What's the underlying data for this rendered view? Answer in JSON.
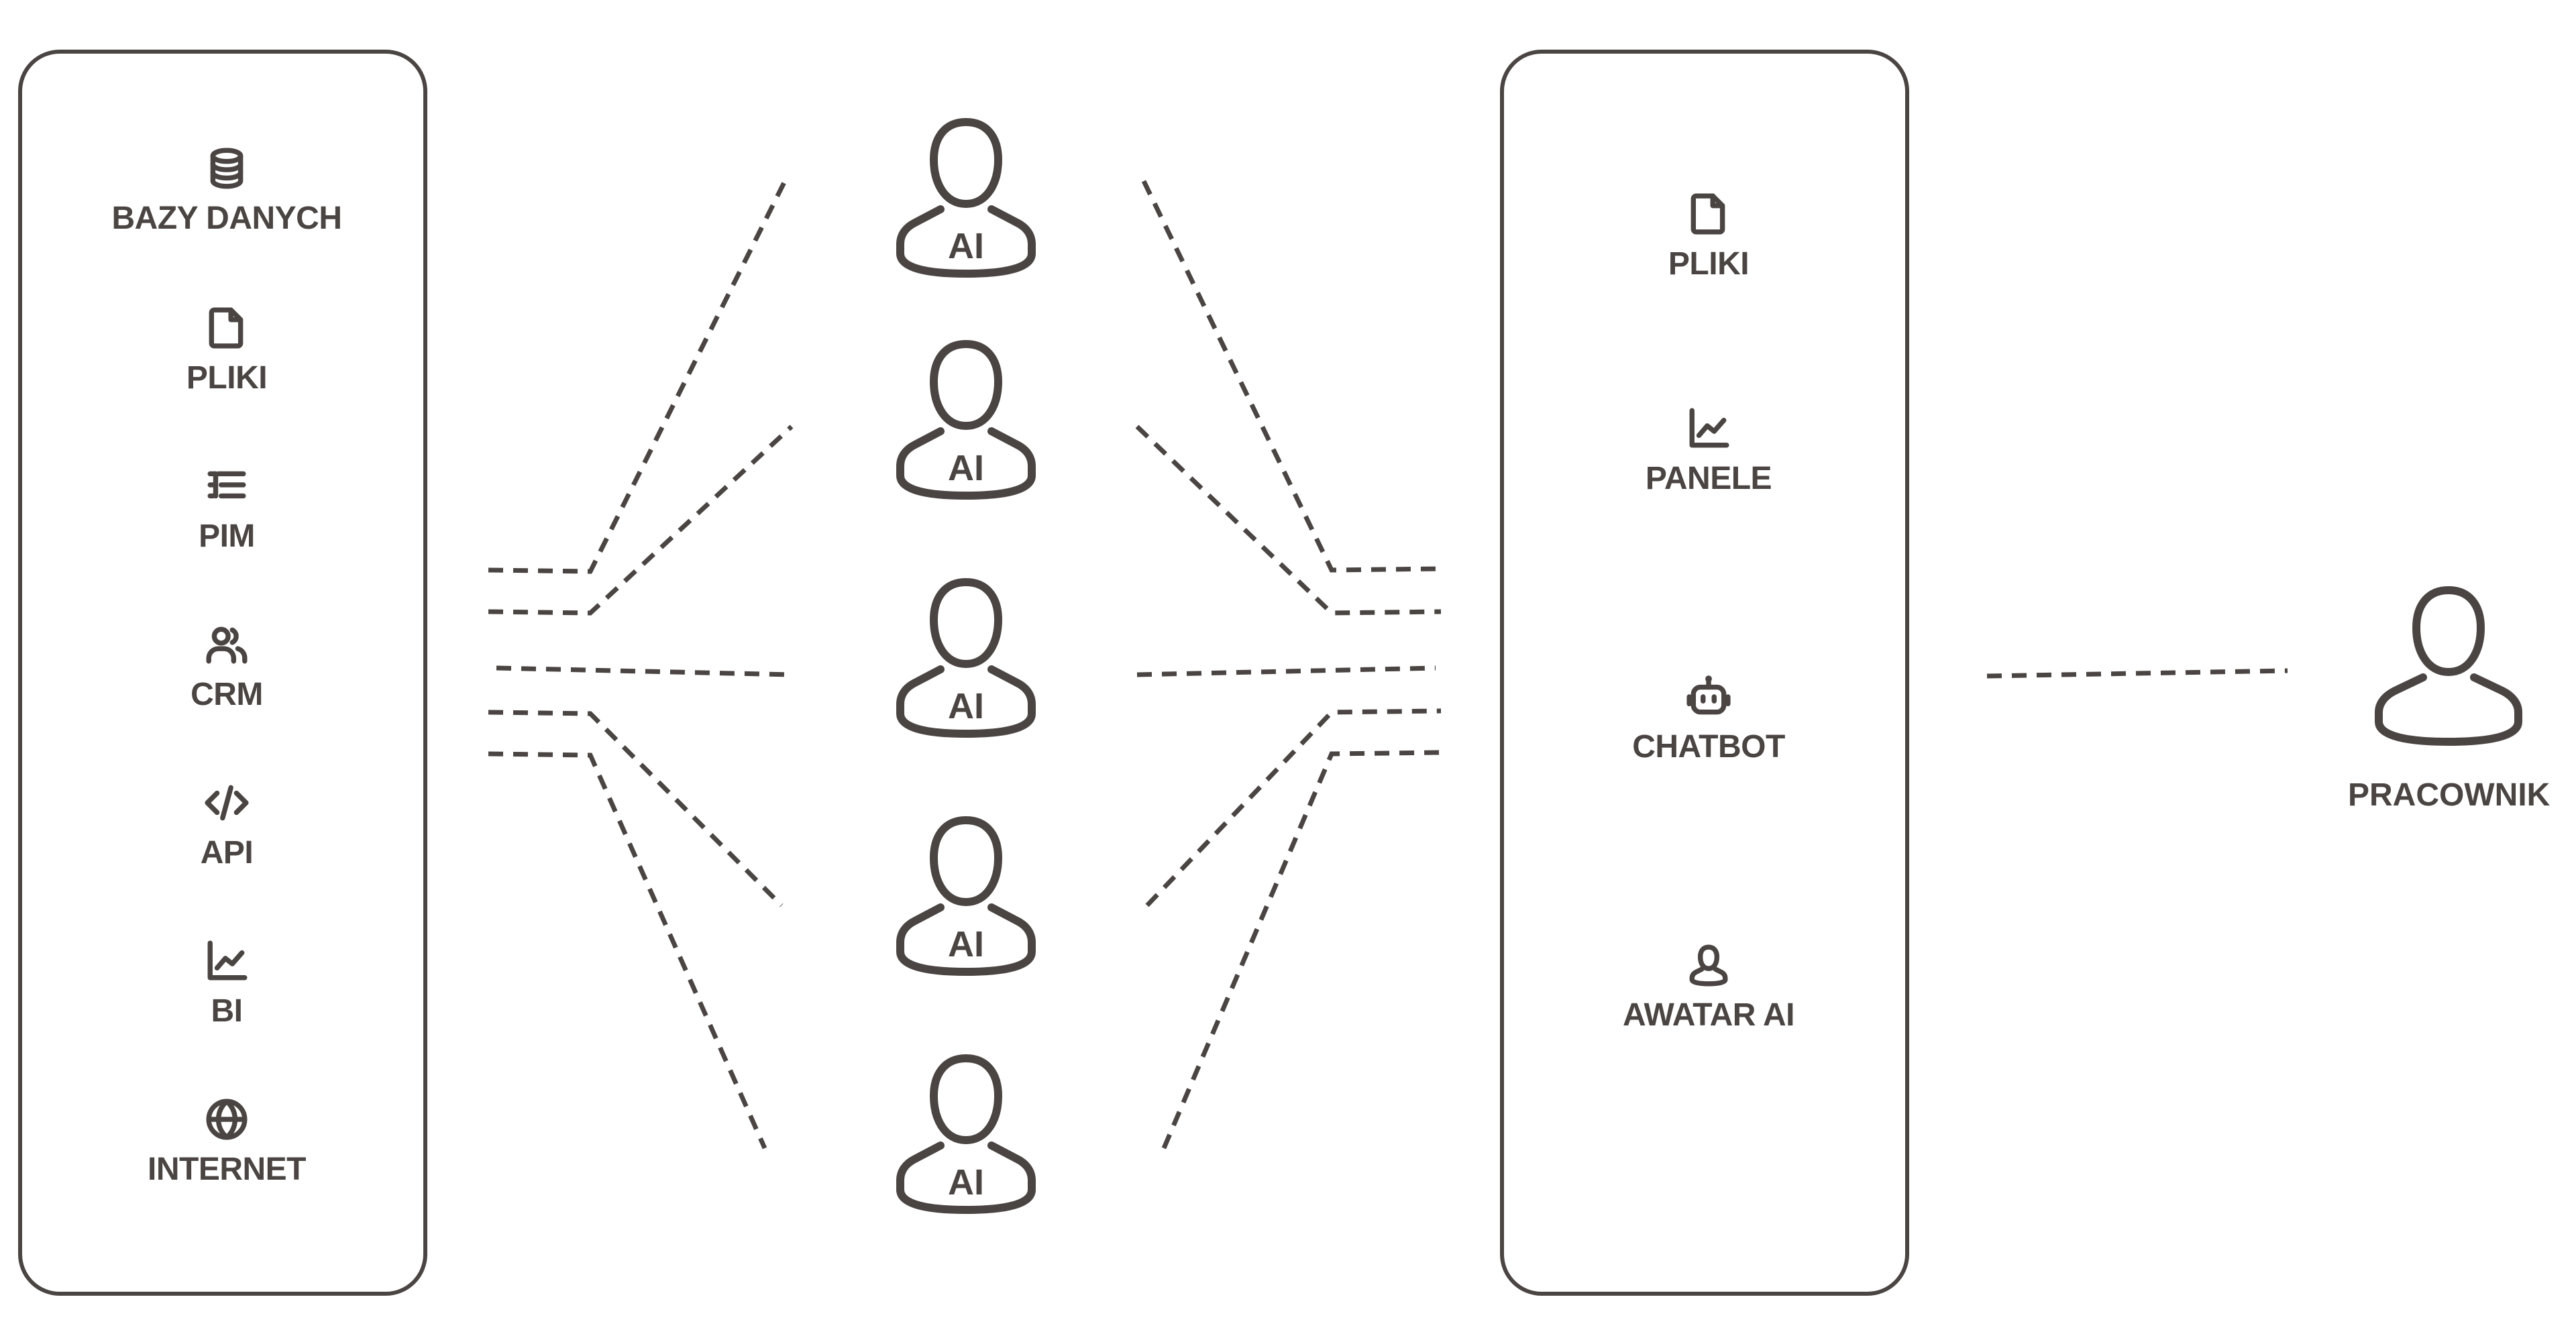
{
  "sources": [
    {
      "label": "BAZY DANYCH",
      "icon": "database-icon"
    },
    {
      "label": "PLIKI",
      "icon": "file-icon"
    },
    {
      "label": "PIM",
      "icon": "list-icon"
    },
    {
      "label": "CRM",
      "icon": "users-icon"
    },
    {
      "label": "API",
      "icon": "code-icon"
    },
    {
      "label": "BI",
      "icon": "chart-icon"
    },
    {
      "label": "INTERNET",
      "icon": "globe-icon"
    }
  ],
  "agents": [
    {
      "label": "AI",
      "icon": "ai-agent-icon"
    },
    {
      "label": "AI",
      "icon": "ai-agent-icon"
    },
    {
      "label": "AI",
      "icon": "ai-agent-icon"
    },
    {
      "label": "AI",
      "icon": "ai-agent-icon"
    },
    {
      "label": "AI",
      "icon": "ai-agent-icon"
    }
  ],
  "outputs": [
    {
      "label": "PLIKI",
      "icon": "file-icon"
    },
    {
      "label": "PANELE",
      "icon": "chart-icon"
    },
    {
      "label": "CHATBOT",
      "icon": "robot-icon"
    },
    {
      "label": "AWATAR AI",
      "icon": "avatar-icon"
    }
  ],
  "worker": {
    "label": "PRACOWNIK",
    "icon": "person-icon"
  },
  "colors": {
    "stroke": "#4a4542",
    "background": "#ffffff"
  }
}
